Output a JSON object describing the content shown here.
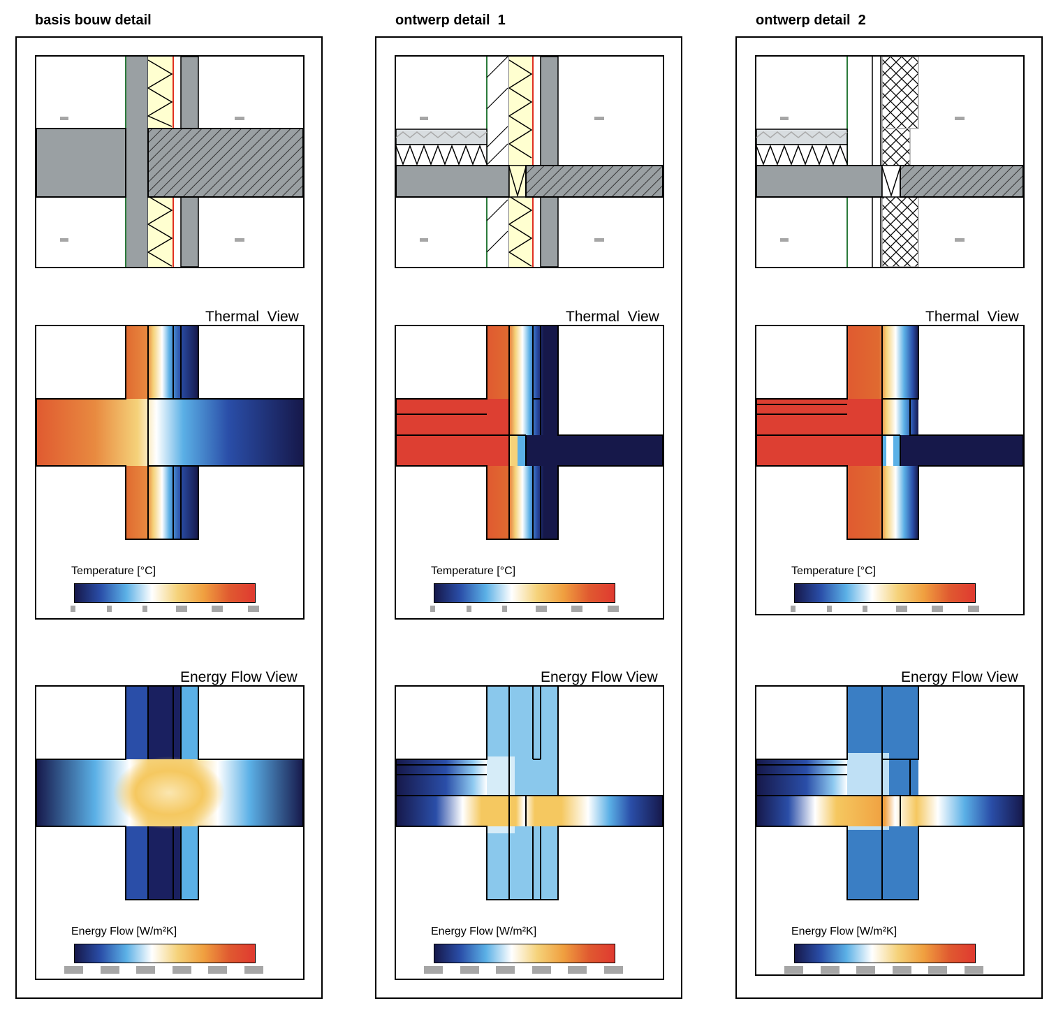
{
  "columns": [
    {
      "title": "basis bouw detail",
      "thermal_label": "Thermal  View",
      "energy_label": "Energy Flow View",
      "temp_legend": "Temperature [°C]",
      "energy_legend": "Energy Flow [W/m²K]"
    },
    {
      "title": "ontwerp detail  1",
      "thermal_label": "Thermal  View",
      "energy_label": "Energy Flow View",
      "temp_legend": "Temperature [°C]",
      "energy_legend": "Energy Flow [W/m²K]"
    },
    {
      "title": "ontwerp detail  2",
      "thermal_label": "Thermal  View",
      "energy_label": "Energy Flow View",
      "temp_legend": "Temperature [°C]",
      "energy_legend": "Energy Flow [W/m²K]"
    }
  ],
  "colors": {
    "concrete": "#9aa0a3",
    "insulation": "#ffffd0",
    "red_line": "#e03020",
    "green_line": "#2a7a3a",
    "hot": "#e04030",
    "cold": "#16184a",
    "tick_gray": "#a6a6a6"
  },
  "colorbar_stops": [
    "#16184a",
    "#2a4ea8",
    "#5bb0e6",
    "#ffffff",
    "#f5d27a",
    "#f0a040",
    "#e05a30",
    "#e03a30"
  ]
}
